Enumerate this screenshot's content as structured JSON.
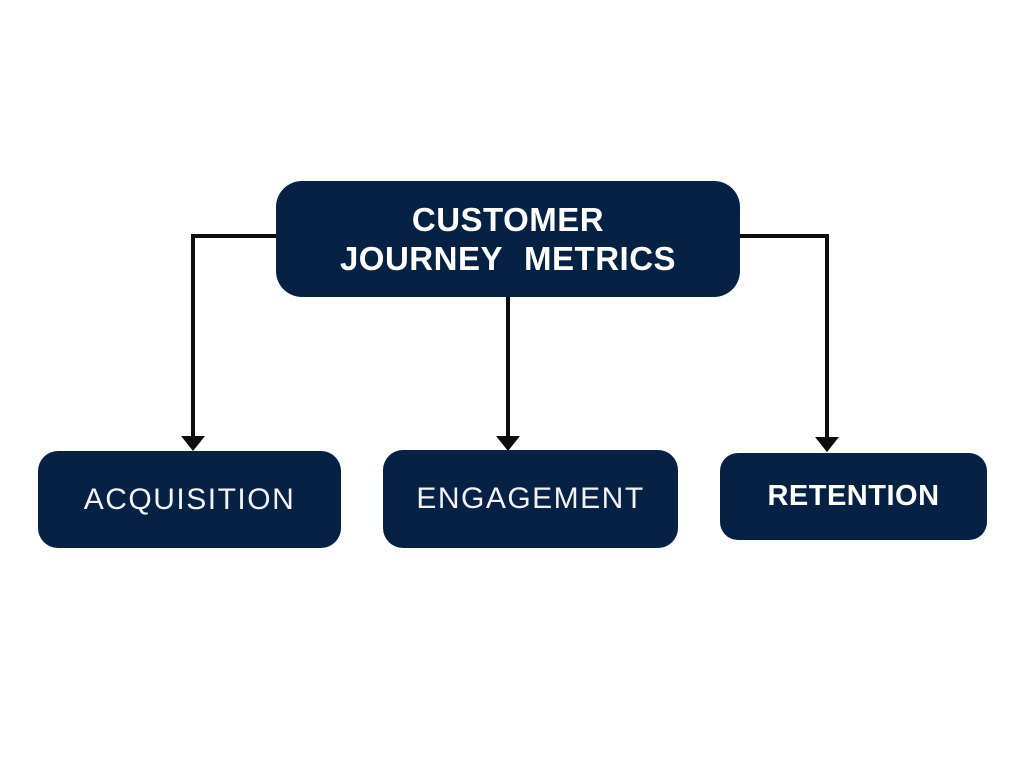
{
  "diagram": {
    "type": "org-chart",
    "root": {
      "id": "customer-journey-metrics",
      "label_line1": "CUSTOMER",
      "label_line2": "JOURNEY METRICS"
    },
    "children": [
      {
        "id": "acquisition",
        "label": "ACQUISITION"
      },
      {
        "id": "engagement",
        "label": "ENGAGEMENT"
      },
      {
        "id": "retention",
        "label": "RETENTION"
      }
    ],
    "connectors": [
      {
        "from": "customer-journey-metrics",
        "to": "acquisition",
        "style": "elbow-arrow"
      },
      {
        "from": "customer-journey-metrics",
        "to": "engagement",
        "style": "straight-arrow"
      },
      {
        "from": "customer-journey-metrics",
        "to": "retention",
        "style": "elbow-arrow"
      }
    ]
  },
  "colors": {
    "background": "#ffffff",
    "node_fill": "#062143",
    "node_text": "#ffffff",
    "arrow": "#0d0d0d"
  }
}
